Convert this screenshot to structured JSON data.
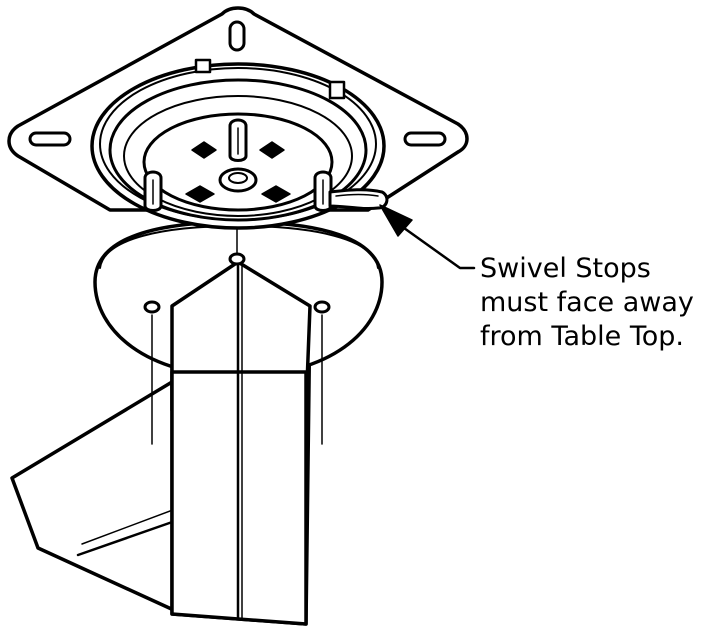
{
  "callout": {
    "line1": "Swivel Stops",
    "line2": "must face away",
    "line3": "from Table Top."
  },
  "colors": {
    "stroke": "#000000",
    "fill": "#ffffff"
  }
}
